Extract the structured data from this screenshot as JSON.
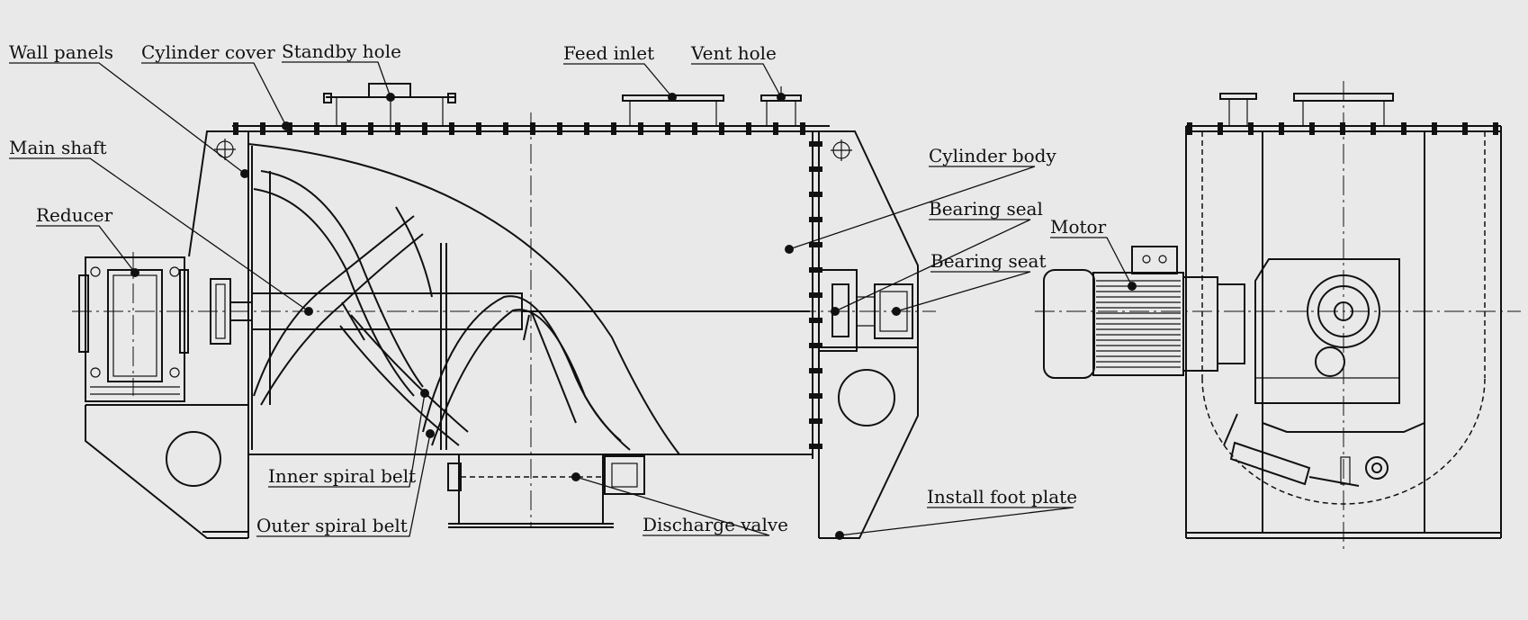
{
  "labels": {
    "wall_panels": "Wall panels",
    "cylinder_cover": "Cylinder cover",
    "standby_hole": "Standby hole",
    "feed_inlet": "Feed inlet",
    "vent_hole": "Vent hole",
    "main_shaft": "Main shaft",
    "reducer": "Reducer",
    "cylinder_body": "Cylinder body",
    "bearing_seal": "Bearing seal",
    "bearing_seat": "Bearing seat",
    "motor": "Motor",
    "inner_spiral_belt": "Inner spiral belt",
    "outer_spiral_belt": "Outer spiral belt",
    "discharge_valve": "Discharge valve",
    "install_foot_plate": "Install foot plate"
  }
}
